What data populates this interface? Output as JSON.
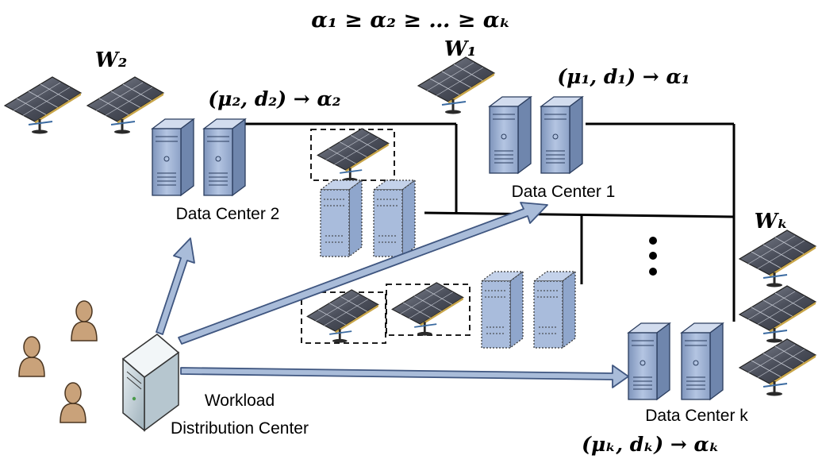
{
  "ordering": "α₁ ≥ α₂ ≥ … ≥ αₖ",
  "weights": {
    "w1": "W₁",
    "w2": "W₂",
    "wk": "Wₖ"
  },
  "params": {
    "dc1": "(μ₁, d₁) → α₁",
    "dc2": "(μ₂, d₂) → α₂",
    "dck": "(μₖ, dₖ) → αₖ"
  },
  "labels": {
    "dc1": "Data Center 1",
    "dc2": "Data Center 2",
    "dck": "Data Center k",
    "wdc_line1": "Workload",
    "wdc_line2": "Distribution Center"
  },
  "colors": {
    "server": "#9fb3d4",
    "server_dark": "#6f86ad",
    "arrow": "#a9bcd9",
    "arrow_stroke": "#3f5680",
    "panel": "#5a5f6e",
    "person": "#c9a27a"
  }
}
